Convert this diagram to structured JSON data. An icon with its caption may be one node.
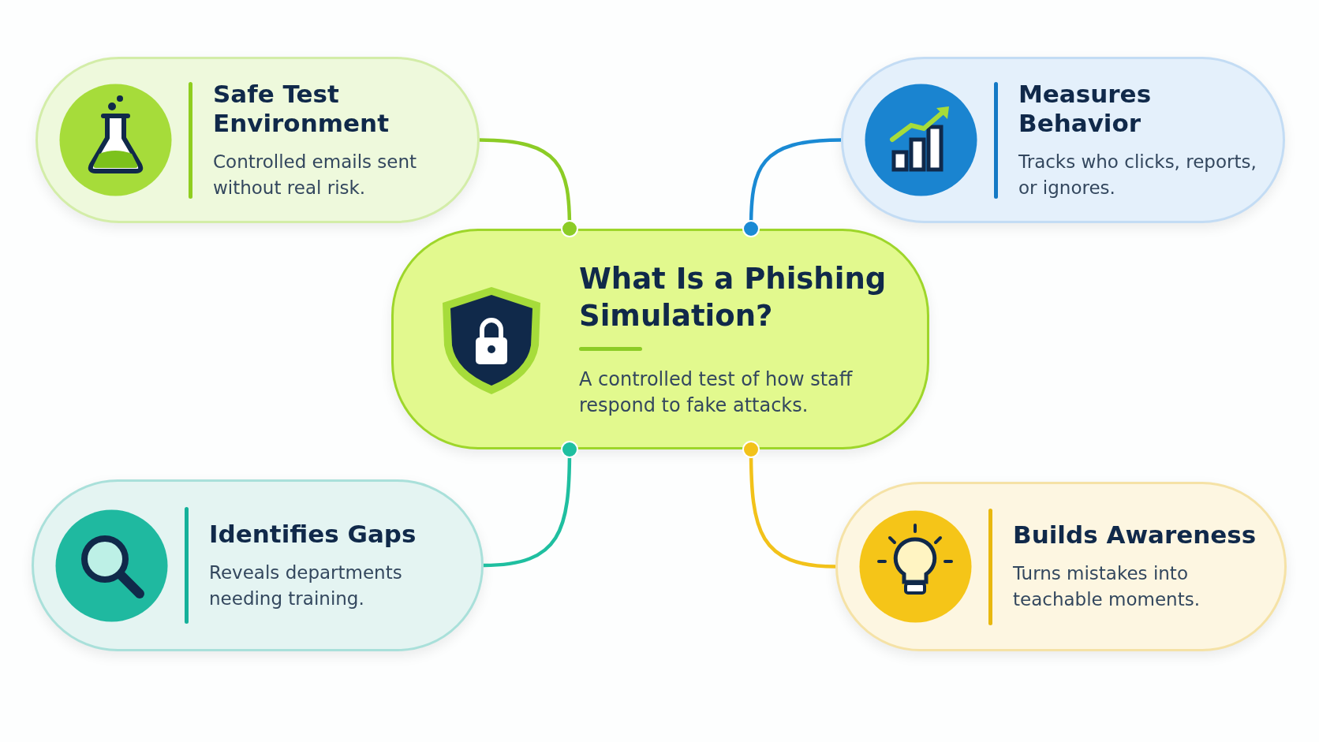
{
  "diagram": {
    "nodes": [
      {
        "text": [
          "Safe Test Environment",
          "Controlled emails sent without real risk."
        ]
      },
      {
        "text": [
          "Measures Behavior",
          "Tracks who clicks, reports, or ignores."
        ]
      },
      {
        "text": [
          "What Is a Phishing Simulation?",
          "A controlled test of how staff respond to fake attacks."
        ]
      },
      {
        "text": [
          "Identifies Gaps",
          "Reveals departments needing training."
        ]
      },
      {
        "text": [
          "Builds Awareness",
          "Turns mistakes into teachable moments."
        ]
      }
    ],
    "edges": [
      {
        "from": 0,
        "to": 2,
        "arrow": "other",
        "color": "#8ccc26"
      },
      {
        "from": 1,
        "to": 2,
        "arrow": "other",
        "color": "#1a8ad4"
      },
      {
        "from": 3,
        "to": 2,
        "arrow": "other",
        "color": "#1fbfa0"
      },
      {
        "from": 4,
        "to": 2,
        "arrow": "other",
        "color": "#f2c21a"
      }
    ]
  }
}
